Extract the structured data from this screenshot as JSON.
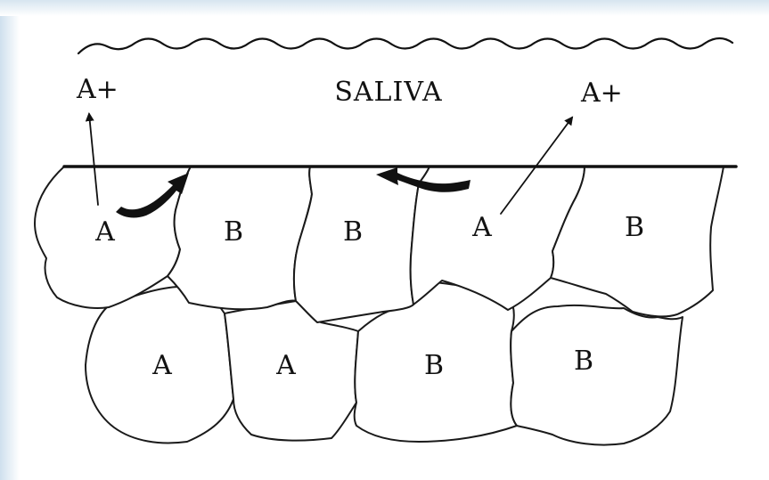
{
  "diagram": {
    "saliva_label": "SALIVA",
    "released_ion_label": "A+",
    "cells": {
      "top_row": [
        "A",
        "B",
        "B",
        "A",
        "B"
      ],
      "bottom_row": [
        "A",
        "A",
        "B",
        "B"
      ]
    }
  }
}
